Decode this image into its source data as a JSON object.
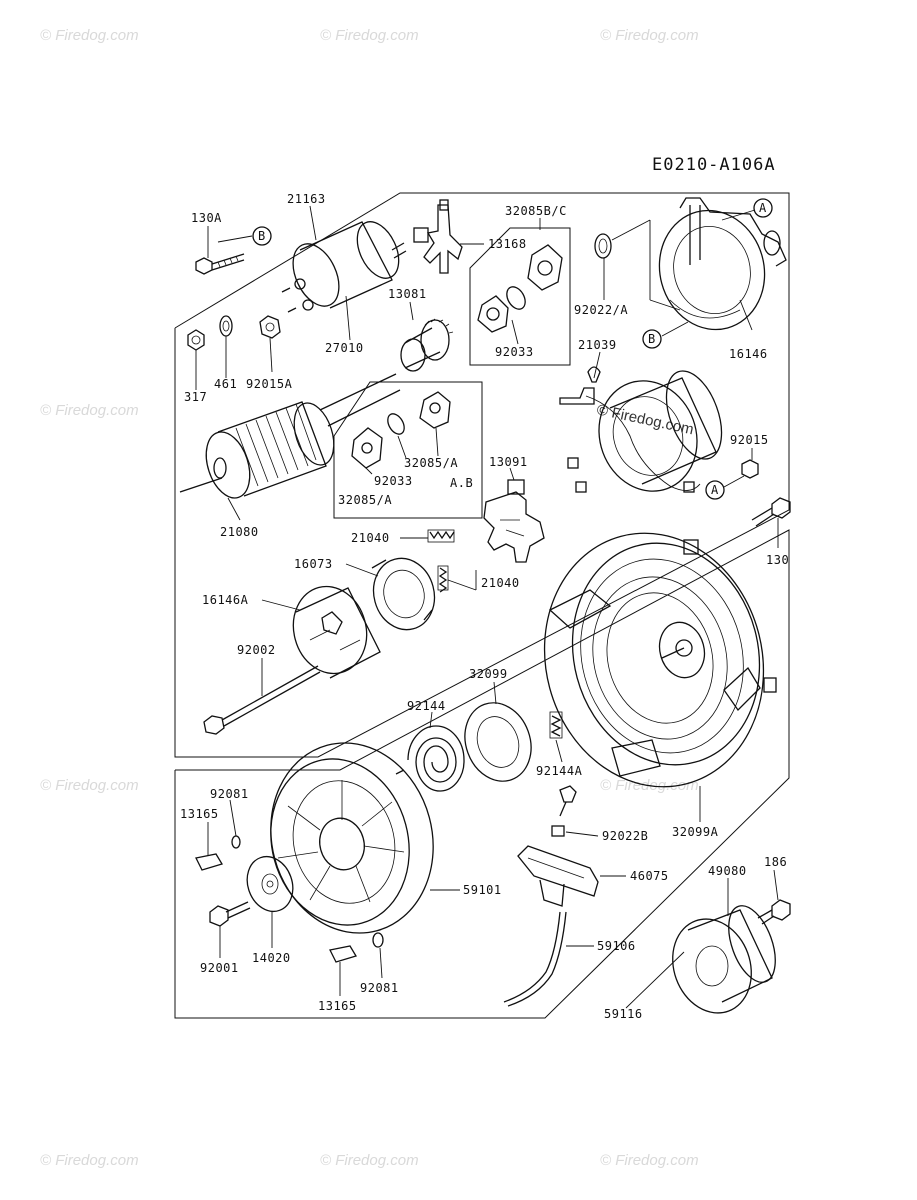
{
  "diagram_code": "E0210-A106A",
  "watermark": "© Firedog.com",
  "labels": {
    "p130A": "130A",
    "p21163": "21163",
    "pB_top": "B",
    "p13168": "13168",
    "p32085BC": "32085B/C",
    "p92022A": "92022/A",
    "p16146": "16146",
    "pA_top": "A",
    "pB_right": "B",
    "p317": "317",
    "p461": "461",
    "p92015A": "92015A",
    "p27010": "27010",
    "p13081": "13081",
    "p92033_a": "92033",
    "p21039": "21039",
    "p92015": "92015",
    "pA_mid": "A",
    "p21080": "21080",
    "p92033_b": "92033",
    "p32085A_1": "32085/A",
    "p32085A_2": "32085/A",
    "pAB": "A.B",
    "p13091": "13091",
    "p21040_a": "21040",
    "p21040_b": "21040",
    "p16073": "16073",
    "p16146A": "16146A",
    "p130": "130",
    "p92002": "92002",
    "p32099": "32099",
    "p92144": "92144",
    "p92144A": "92144A",
    "p92081_a": "92081",
    "p13165_a": "13165",
    "p92022B": "92022B",
    "p32099A": "32099A",
    "p46075": "46075",
    "p49080": "49080",
    "p186": "186",
    "p59101": "59101",
    "p92001": "92001",
    "p14020": "14020",
    "p59106": "59106",
    "p92081_b": "92081",
    "p13165_b": "13165",
    "p59116": "59116"
  }
}
